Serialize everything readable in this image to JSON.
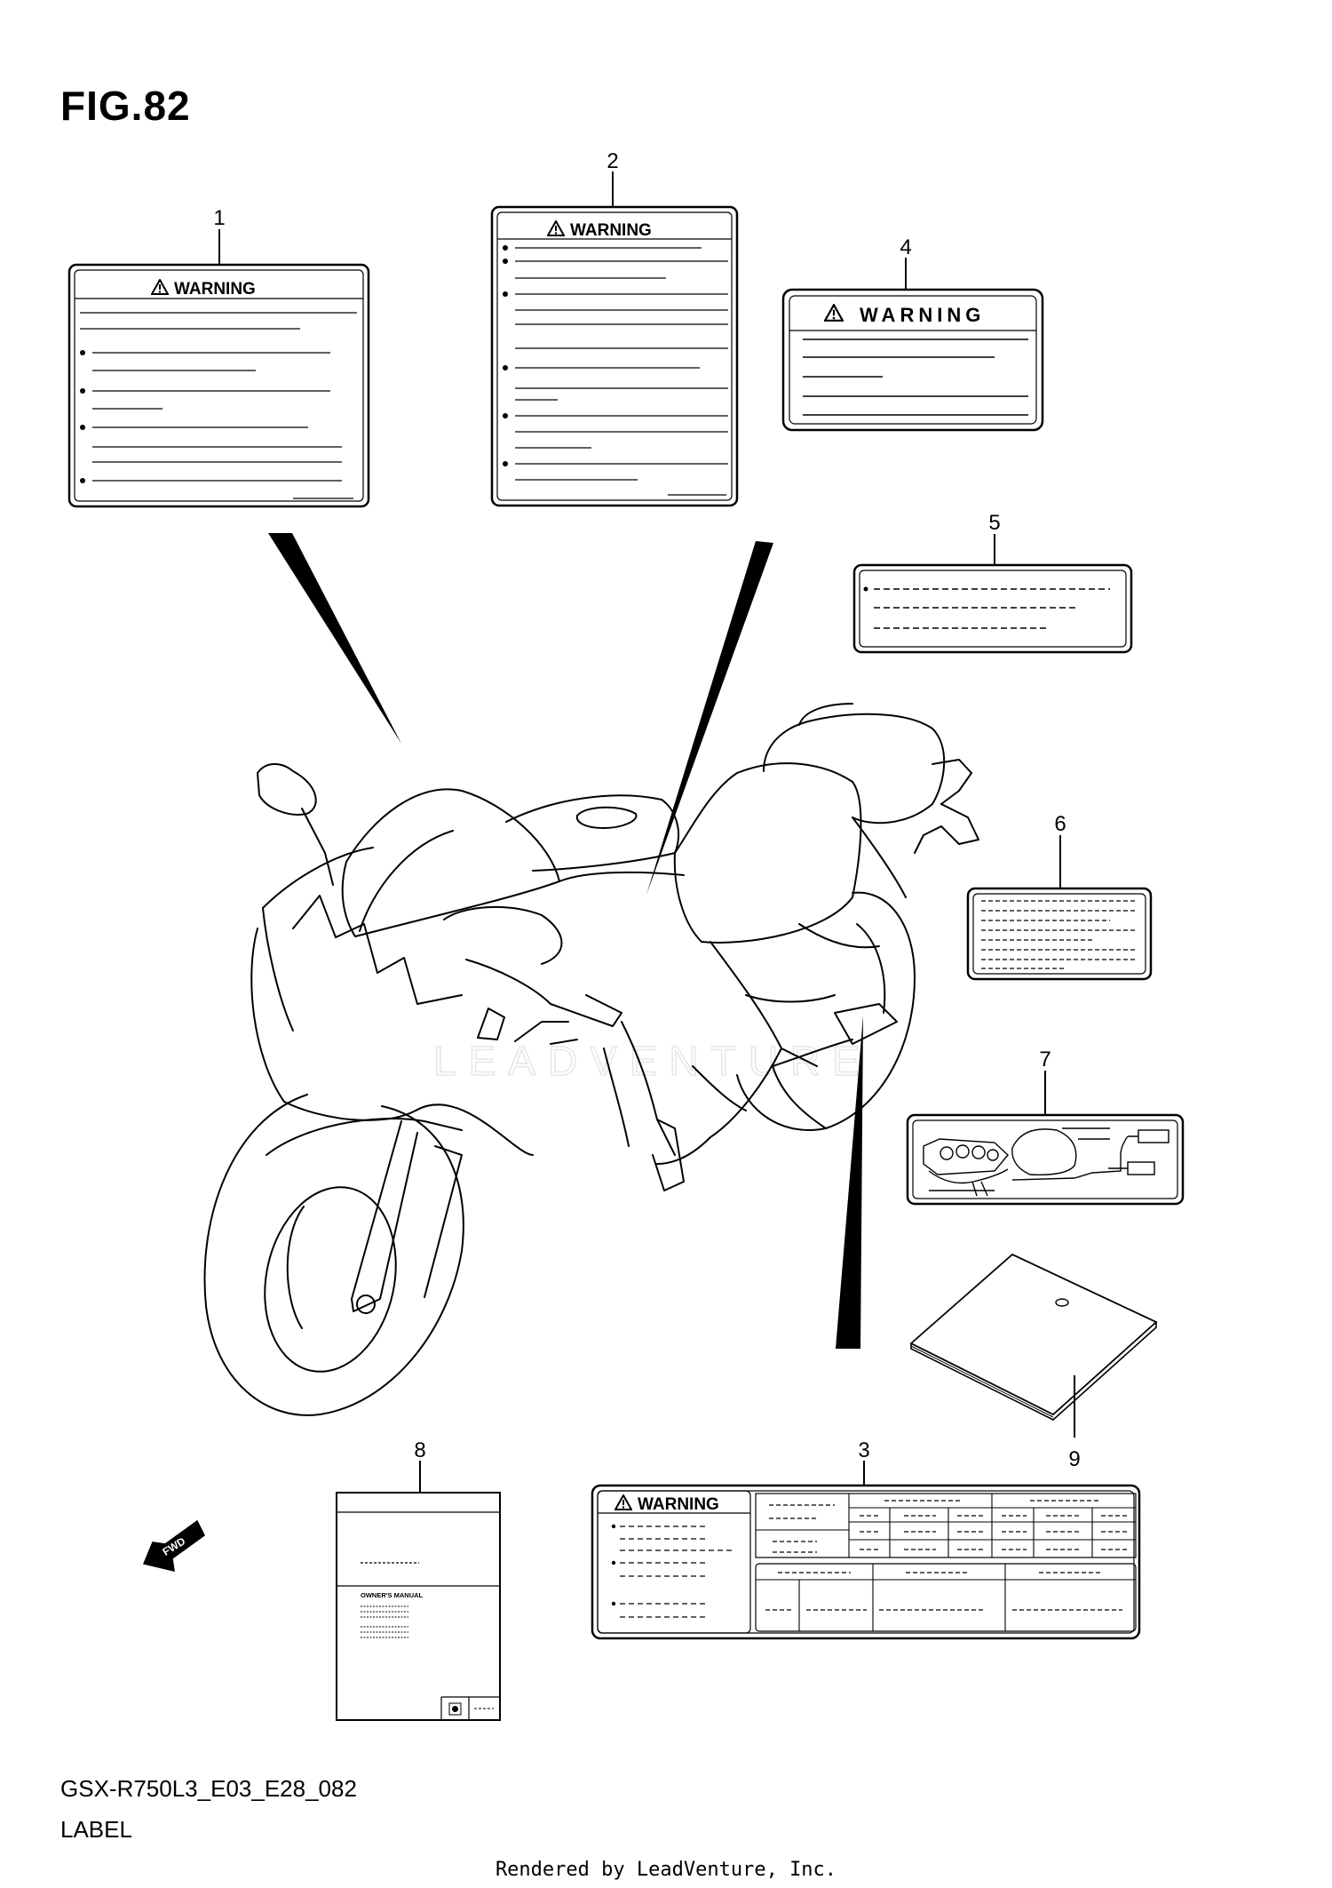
{
  "header": {
    "title": "FIG.82"
  },
  "footer": {
    "model_code": "GSX-R750L3_E03_E28_082",
    "section": "LABEL",
    "credit": "Rendered by LeadVenture, Inc."
  },
  "callouts": {
    "c1": "1",
    "c2": "2",
    "c3": "3",
    "c4": "4",
    "c5": "5",
    "c6": "6",
    "c7": "7",
    "c8": "8",
    "c9": "9"
  },
  "labels": {
    "warning_text": "WARNING",
    "manual_title": "OWNER'S MANUAL",
    "fwd_text": "FWD"
  },
  "watermark": {
    "text": "LEADVENTURE"
  }
}
